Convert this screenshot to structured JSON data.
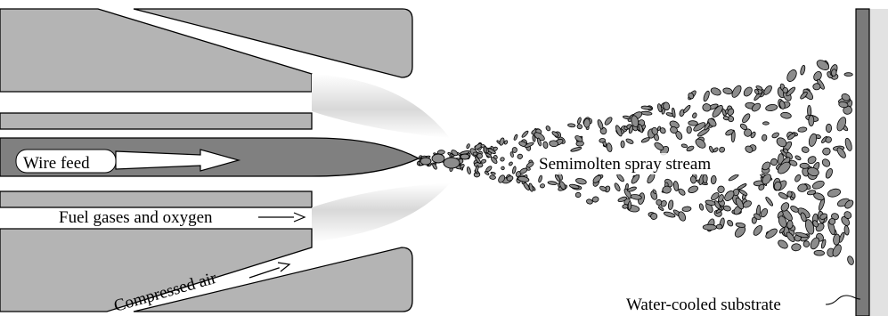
{
  "labels": {
    "wire_feed": "Wire feed",
    "fuel_gases": "Fuel gases and oxygen",
    "compressed_air": "Compressed air",
    "spray_stream": "Semimolten spray stream",
    "substrate": "Water-cooled substrate"
  },
  "colors": {
    "nozzle": "#b4b4b4",
    "wire": "#808080",
    "particle": "#8c8c8c",
    "substrate": "#7a7a7a",
    "substrate_back": "#dcdcdc",
    "flame": "#d0d0d0"
  }
}
